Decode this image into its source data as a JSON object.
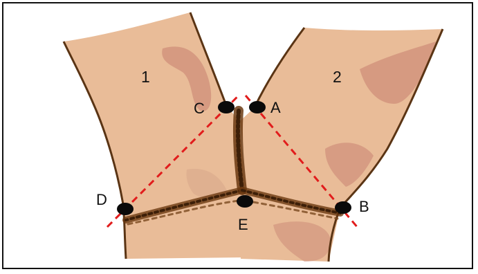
{
  "diagram": {
    "regions": [
      {
        "id": "1",
        "label": "1"
      },
      {
        "id": "2",
        "label": "2"
      }
    ],
    "points": [
      {
        "id": "A",
        "label": "A"
      },
      {
        "id": "B",
        "label": "B"
      },
      {
        "id": "C",
        "label": "C"
      },
      {
        "id": "D",
        "label": "D"
      },
      {
        "id": "E",
        "label": "E"
      }
    ]
  },
  "colors": {
    "skin": "#e9bc98",
    "skin_shadow": "#cf8f7a",
    "outline": "#5a3414",
    "scar": "#6b3a12",
    "guide_line": "#e11c1c",
    "point": "#0a0a0a"
  }
}
